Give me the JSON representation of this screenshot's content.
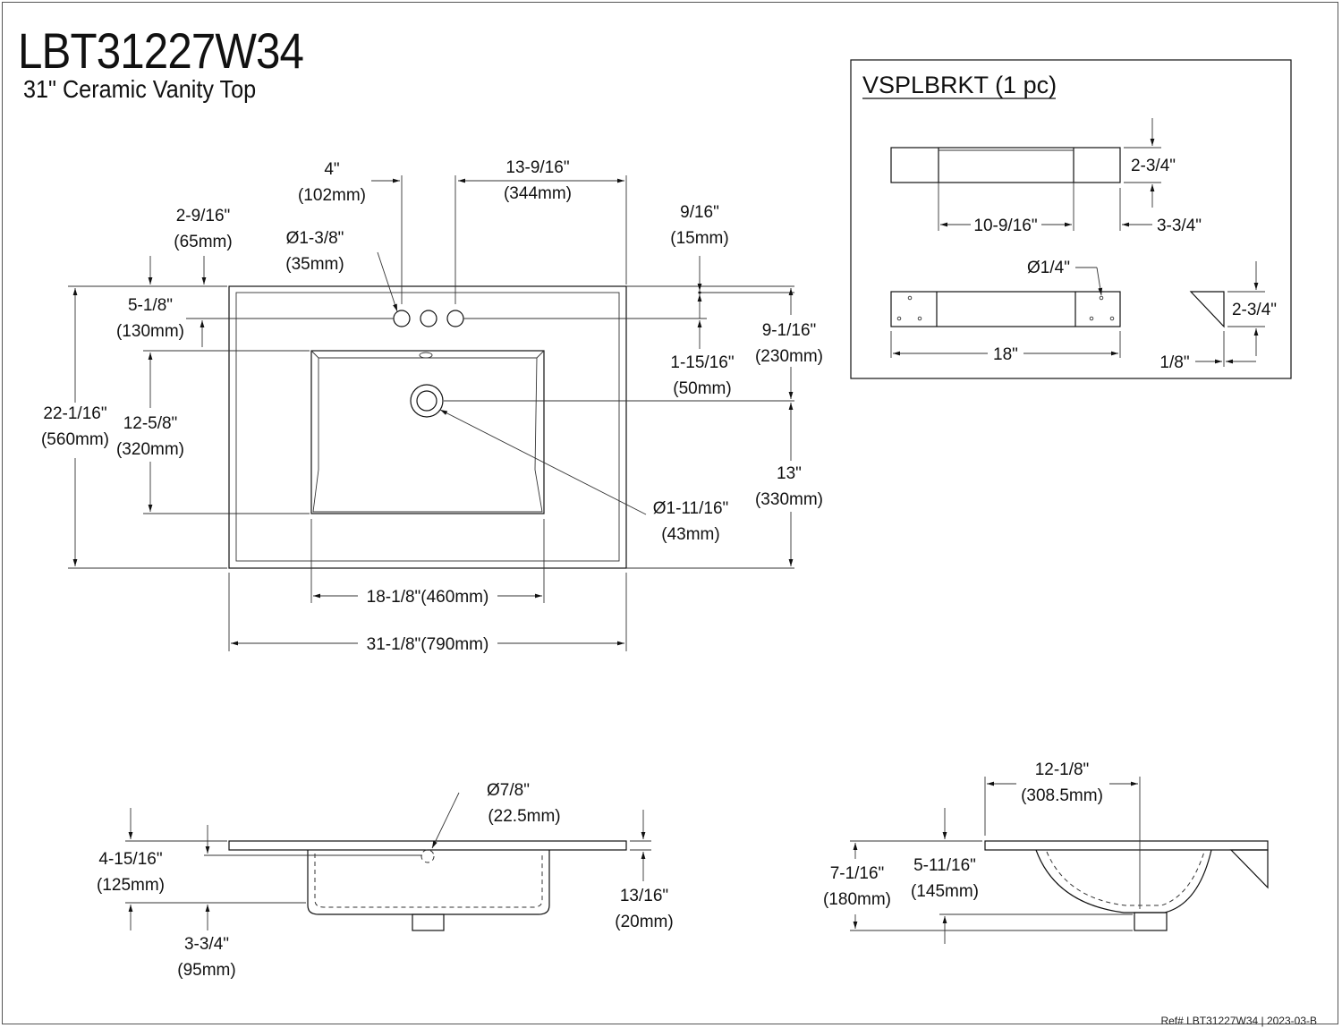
{
  "header": {
    "model": "LBT31227W34",
    "subtitle": "31\" Ceramic Vanity Top"
  },
  "top_view": {
    "d_4in": "4\"",
    "d_102mm": "(102mm)",
    "d_13_9_16": "13-9/16\"",
    "d_344mm": "(344mm)",
    "d_2_9_16": "2-9/16\"",
    "d_65mm": "(65mm)",
    "d_hole": "Ø1-3/8\"",
    "d_35mm": "(35mm)",
    "d_9_16": "9/16\"",
    "d_15mm": "(15mm)",
    "d_5_1_8": "5-1/8\"",
    "d_130mm": "(130mm)",
    "d_9_1_16": "9-1/16\"",
    "d_230mm": "(230mm)",
    "d_1_15_16": "1-15/16\"",
    "d_50mm": "(50mm)",
    "d_22_1_16": "22-1/16\"",
    "d_560mm": "(560mm)",
    "d_12_5_8": "12-5/8\"",
    "d_320mm": "(320mm)",
    "d_13in": "13\"",
    "d_330mm": "(330mm)",
    "d_drain": "Ø1-11/16\"",
    "d_43mm": "(43mm)",
    "d_bowl_width": "18-1/8\"(460mm)",
    "d_total_width": "31-1/8\"(790mm)"
  },
  "bracket": {
    "title": "VSPLBRKT (1 pc)",
    "d_2_3_4_a": "2-3/4\"",
    "d_10_9_16": "10-9/16\"",
    "d_3_3_4": "3-3/4\"",
    "d_hole": "Ø1/4\"",
    "d_18": "18\"",
    "d_2_3_4_b": "2-3/4\"",
    "d_1_8": "1/8\""
  },
  "front_view": {
    "d_overflow": "Ø7/8\"",
    "d_22_5mm": "(22.5mm)",
    "d_4_15_16": "4-15/16\"",
    "d_125mm": "(125mm)",
    "d_3_3_4": "3-3/4\"",
    "d_95mm": "(95mm)",
    "d_13_16": "13/16\"",
    "d_20mm": "(20mm)"
  },
  "side_view": {
    "d_12_1_8": "12-1/8\"",
    "d_308_5mm": "(308.5mm)",
    "d_7_1_16": "7-1/16\"",
    "d_180mm": "(180mm)",
    "d_5_11_16": "5-11/16\"",
    "d_145mm": "(145mm)"
  },
  "footer": {
    "ref": "Ref# LBT31227W34 | 2023-03-B"
  }
}
